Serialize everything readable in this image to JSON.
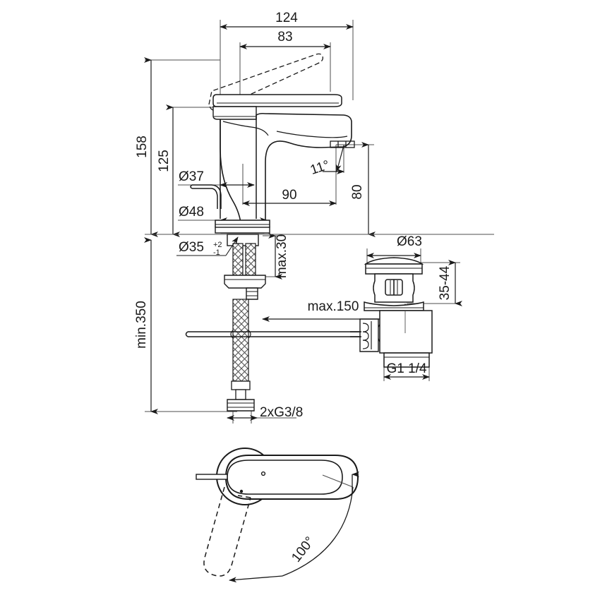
{
  "drawing": {
    "title": "Single lever basin mixer technical dimension drawing",
    "units": "mm",
    "background_color": "#ffffff",
    "line_color": "#1a1a1a",
    "dimension_line_color": "#4d4d4d"
  },
  "dimensions": {
    "overall_width": "124",
    "handle_width": "83",
    "total_height": "158",
    "spout_height_body": "125",
    "body_diameter_upper": "Ø37",
    "body_diameter_base": "Ø48",
    "hole_diameter": "Ø35",
    "hole_tol_plus": "+2",
    "hole_tol_minus": "-1",
    "spout_reach": "90",
    "spout_outlet_height": "80",
    "outlet_angle": "11°",
    "counter_thickness": "max.30",
    "hose_min_length": "min.350",
    "waste_rod_reach": "max.150",
    "supply_thread": "2xG3/8",
    "waste_flange_diameter": "Ø63",
    "waste_adjust_range": "35-44",
    "waste_thread": "G1 1/4",
    "handle_swivel_angle": "100°"
  },
  "views": {
    "front_elevation": "front-elevation-view",
    "waste_detail": "pop-up-waste-detail-view",
    "top_plan": "handle-swivel-plan-view"
  }
}
